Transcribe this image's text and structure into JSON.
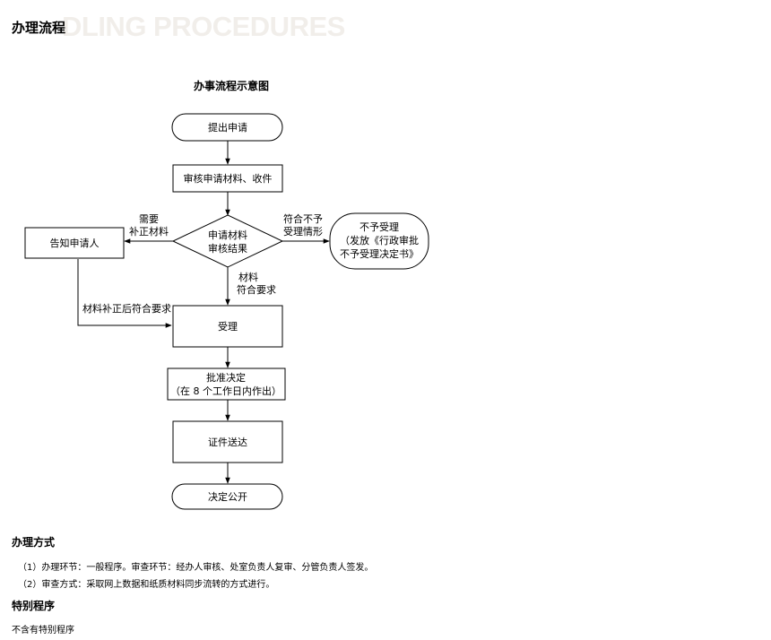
{
  "header": {
    "title": "办理流程",
    "watermark": "DLING PROCEDURES"
  },
  "diagram": {
    "title": "办事流程示意图",
    "nodes": {
      "start": "提出申请",
      "review": "审核申请材料、收件",
      "decision_1": "申请材料",
      "decision_2": "审核结果",
      "notify": "告知申请人",
      "reject_1": "不予受理",
      "reject_2": "（发放《行政审批",
      "reject_3": "不予受理决定书》",
      "accept": "受理",
      "approve_1": "批准决定",
      "approve_2": "（在 8 个工作日内作出）",
      "deliver": "证件送达",
      "publish": "决定公开"
    },
    "edges": {
      "need_fix_1": "需要",
      "need_fix_2": "补正材料",
      "not_met_1": "符合不予",
      "not_met_2": "受理情形",
      "ok_1": "材料",
      "ok_2": "符合要求",
      "fixed": "材料补正后符合要求"
    }
  },
  "method": {
    "heading": "办理方式",
    "items": [
      "（1）办理环节：一般程序。审查环节：经办人审核、处室负责人复审、分管负责人签发。",
      "（2）审查方式：采取网上数据和纸质材料同步流转的方式进行。"
    ]
  },
  "special": {
    "heading": "特别程序",
    "text": "不含有特别程序"
  }
}
